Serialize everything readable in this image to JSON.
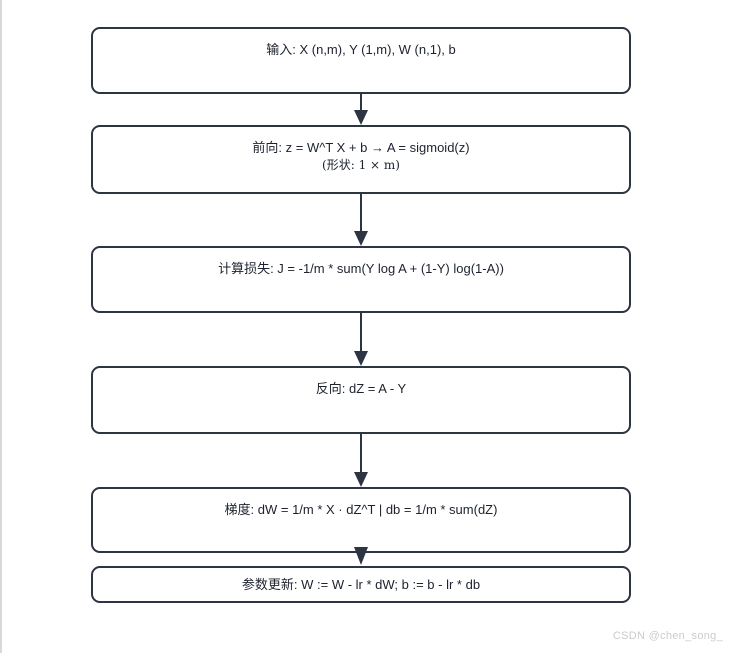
{
  "diagram": {
    "type": "flowchart",
    "direction": "top-down",
    "nodes": [
      {
        "id": "input",
        "label": "输入: X (n,m), Y (1,m), W (n,1), b"
      },
      {
        "id": "forward",
        "label": "前向: z = W^T X + b → A = sigmoid(z)",
        "sublabel": "(形状: 1 × m)"
      },
      {
        "id": "loss",
        "label": "计算损失: J = -1/m * sum(Y log A + (1-Y) log(1-A))"
      },
      {
        "id": "backward",
        "label": "反向: dZ = A - Y"
      },
      {
        "id": "gradient",
        "label": "梯度: dW = 1/m * X · dZ^T | db = 1/m * sum(dZ)"
      },
      {
        "id": "update",
        "label": "参数更新: W := W - lr * dW; b := b - lr * db"
      }
    ],
    "edges": [
      {
        "from": "input",
        "to": "forward"
      },
      {
        "from": "forward",
        "to": "loss"
      },
      {
        "from": "loss",
        "to": "backward"
      },
      {
        "from": "backward",
        "to": "gradient"
      },
      {
        "from": "gradient",
        "to": "update"
      }
    ],
    "colors": {
      "node_stroke": "#2d3442",
      "node_fill": "#ffffff",
      "text": "#1c222e",
      "background": "#ffffff",
      "left_edge_line": "#d9d9d9",
      "watermark": "#cbcbcb"
    }
  },
  "watermark": {
    "text": "CSDN @chen_song_"
  }
}
